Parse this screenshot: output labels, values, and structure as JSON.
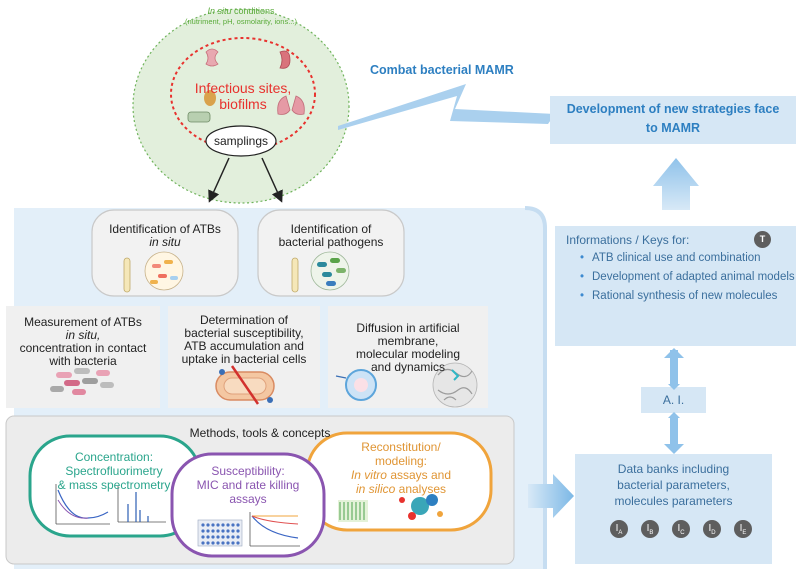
{
  "top_circle": {
    "insitu_italic": "In situ",
    "insitu_rest": " conditions",
    "insitu_detail": "(nutriment, pH, osmolarity, ions...)",
    "infectious": "Infectious sites,",
    "biofilms": "biofilms",
    "samplings": "samplings"
  },
  "combat": "Combat bacterial MAMR",
  "new_strategies": "Development of new strategies face to MAMR",
  "identification": {
    "atbs_line1": "Identification of ATBs",
    "atbs_line2": "in situ",
    "pathogens_line1": "Identification of",
    "pathogens_line2": "bacterial pathogens"
  },
  "measure": {
    "line1": "Measurement of ATBs",
    "line2": "in situ,",
    "line3": "concentration in contact",
    "line4": "with bacteria"
  },
  "determination": {
    "line1": "Determination of",
    "line2": "bacterial susceptibility,",
    "line3": "ATB accumulation and",
    "line4": "uptake in bacterial cells"
  },
  "diffusion": {
    "line1": "Diffusion in artificial",
    "line2": "membrane,",
    "line3": "molecular modeling",
    "line4": "and dynamics"
  },
  "methods": {
    "title": "Methods, tools & concepts",
    "conc_a": "Concen",
    "conc_b": "tration:",
    "spectro_a": "Spectro",
    "spectro_b": "fluorimetry",
    "mass": "& mass spectrometry",
    "susc_line1": "Susceptibility:",
    "susc_line2": "MIC and rate killing",
    "susc_line3": "assays",
    "recon_line1": "Reconstitution/",
    "recon_line2": "modeling:",
    "invitro_italic": "In vitro",
    "invitro_rest": " assays and",
    "insilico_italic": "in silico",
    "insilico_rest": " analyses"
  },
  "info": {
    "title": "Informations / Keys for:",
    "badge": "T",
    "items": [
      "ATB clinical use and combination",
      "Development of adapted animal models",
      "Rational synthesis of new molecules"
    ]
  },
  "ai": "A. I.",
  "databanks": {
    "line1": "Data banks including",
    "line2": "bacterial parameters,",
    "line3": "molecules parameters"
  },
  "keys": [
    {
      "main": "I",
      "sub": "A"
    },
    {
      "main": "I",
      "sub": "B"
    },
    {
      "main": "I",
      "sub": "C"
    },
    {
      "main": "I",
      "sub": "D"
    },
    {
      "main": "I",
      "sub": "E"
    }
  ],
  "colors": {
    "red": "#e8322e",
    "blue_title": "#2d7fc1",
    "light_blue": "#d6e7f5",
    "green": "#2aa58c",
    "purple": "#8a55b0",
    "orange": "#f0a43c",
    "insitu_green": "#5aab3a"
  }
}
